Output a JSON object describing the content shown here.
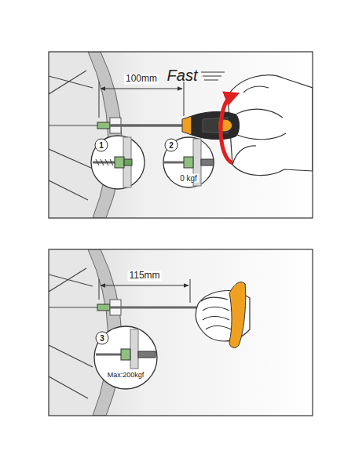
{
  "diagram": {
    "labels": [
      "100mm",
      "Fast",
      "1",
      "2",
      "0 kgf",
      "115mm",
      "3",
      "Max:200kgf"
    ]
  }
}
